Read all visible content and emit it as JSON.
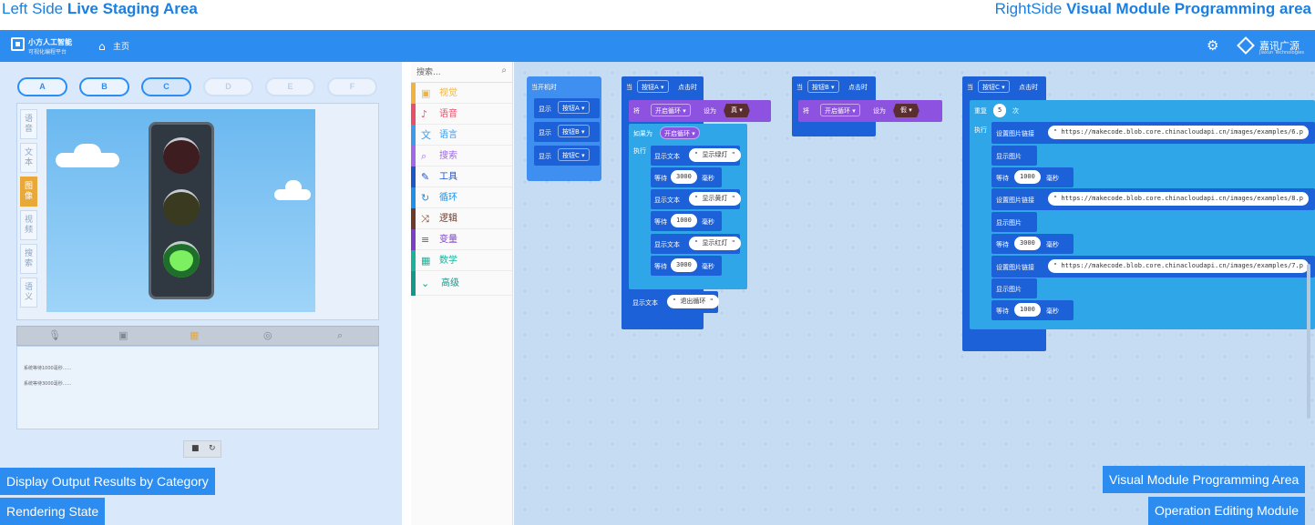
{
  "captions": {
    "left_prefix": "Left Side",
    "left_bold": "Live Staging Area",
    "right_prefix": "RightSide",
    "right_bold": "Visual Module Programming area"
  },
  "topbar": {
    "logo_title": "小方人工智能",
    "logo_subtitle": "可视化编程平台",
    "home_icon": "home-icon",
    "home_label": "主页",
    "brand_name": "嘉讯广源",
    "brand_sub": "Jiaxun Technologies"
  },
  "stage": {
    "tabs": [
      "A",
      "B",
      "C",
      "D",
      "E",
      "F"
    ],
    "active_tab": "C",
    "side_tabs": [
      "语音",
      "文本",
      "图像",
      "视频",
      "搜索",
      "语义"
    ],
    "active_side_tab": "图像",
    "output_log": [
      "系统等待1000毫秒......",
      "系统等待3000毫秒......"
    ]
  },
  "overlays": {
    "display_output": "Display Output Results by Category",
    "rendering_state": "Rendering State",
    "visual_module": "Visual Module Programming Area",
    "operation_editing": "Operation Editing Module"
  },
  "palette": {
    "search_placeholder": "搜索...",
    "categories": [
      {
        "label": "视觉",
        "color": "#f2b33d"
      },
      {
        "label": "语音",
        "color": "#e8506a"
      },
      {
        "label": "语言",
        "color": "#3d9be9"
      },
      {
        "label": "搜索",
        "color": "#9f6ae8"
      },
      {
        "label": "工具",
        "color": "#1e55c9"
      },
      {
        "label": "循环",
        "color": "#1f90e6"
      },
      {
        "label": "逻辑",
        "color": "#6b3a2a"
      },
      {
        "label": "变量",
        "color": "#7a3fc7"
      },
      {
        "label": "数学",
        "color": "#1ab39a"
      },
      {
        "label": "高级",
        "color": "#14988a"
      }
    ]
  },
  "blocks": {
    "on_start": "当开机时",
    "show": "显示",
    "btn_a": "按钮A",
    "btn_b": "按钮B",
    "btn_c": "按钮C",
    "when": "当",
    "clicked": "点击时",
    "set": "将",
    "open_loop": "开启循环",
    "set_to": "设为",
    "true_val": "真",
    "false_val": "假",
    "if": "如果为",
    "do": "执行",
    "show_text": "显示文本",
    "wait": "等待",
    "ms": "毫秒",
    "green": "显示绿灯",
    "yellow": "显示黄灯",
    "red": "显示红灯",
    "exit_loop": "退出循环",
    "repeat": "重复",
    "times": "次",
    "repeat_count": "5",
    "set_image_url": "设置图片链接",
    "show_image": "显示图片",
    "wait_3000": "3000",
    "wait_1000": "1000",
    "url_6": "https://makecode.blob.core.chinacloudapi.cn/images/examples/6.p",
    "url_8": "https://makecode.blob.core.chinacloudapi.cn/images/examples/8.p",
    "url_7": "https://makecode.blob.core.chinacloudapi.cn/images/examples/7.p"
  }
}
